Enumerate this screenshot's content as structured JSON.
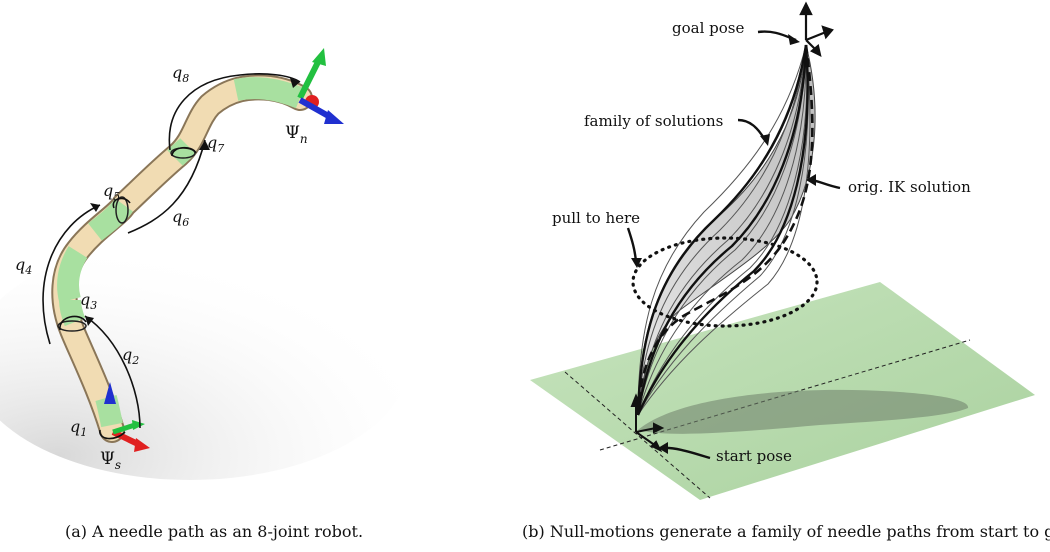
{
  "panel_a": {
    "caption": "(a) A needle path as an 8-joint robot.",
    "joints": [
      {
        "sym": "q",
        "sub": "1"
      },
      {
        "sym": "q",
        "sub": "2"
      },
      {
        "sym": "q",
        "sub": "3"
      },
      {
        "sym": "q",
        "sub": "4"
      },
      {
        "sym": "q",
        "sub": "5"
      },
      {
        "sym": "q",
        "sub": "6"
      },
      {
        "sym": "q",
        "sub": "7"
      },
      {
        "sym": "q",
        "sub": "8"
      }
    ],
    "frames": {
      "start": {
        "sym": "Ψ",
        "sub": "s"
      },
      "end": {
        "sym": "Ψ",
        "sub": "n"
      }
    },
    "colors": {
      "tube": "#f1dcb3",
      "tube_joint": "#a8e0a0",
      "axis_x": "#e02020",
      "axis_y": "#22c040",
      "axis_z": "#2030d0"
    }
  },
  "panel_b": {
    "caption": "(b) Null-motions generate a family of needle paths from start to goal.",
    "labels": {
      "goal": "goal pose",
      "family": "family of solutions",
      "orig": "orig. IK solution",
      "pull": "pull to here",
      "start": "start pose"
    },
    "colors": {
      "plane": "#b9dbb0",
      "curves": "#555555"
    }
  }
}
